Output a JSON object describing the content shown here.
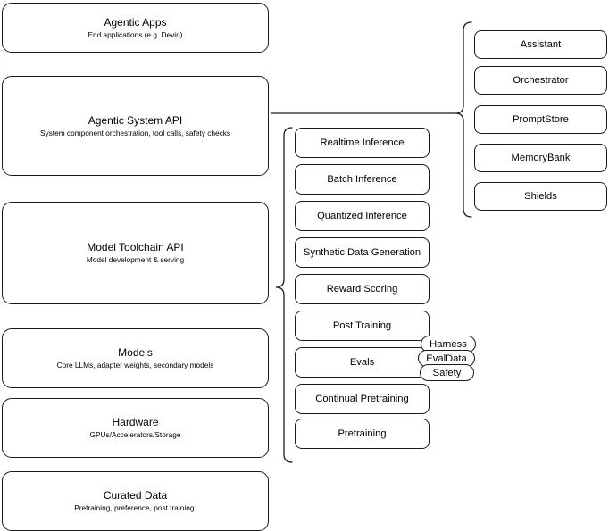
{
  "diagram": {
    "title": "LLM stack layers diagram",
    "stroke_color": "#1a1a1a",
    "background_color": "#ffffff"
  },
  "stack_layers": [
    {
      "id": "agentic-apps",
      "title": "Agentic Apps",
      "subtitle": "End applications (e.g. Devin)"
    },
    {
      "id": "agentic-system-api",
      "title": "Agentic System API",
      "subtitle": "System component orchestration, tool calls, safety checks"
    },
    {
      "id": "model-toolchain-api",
      "title": "Model Toolchain API",
      "subtitle": "Model development & serving"
    },
    {
      "id": "models",
      "title": "Models",
      "subtitle": "Core LLMs, adapter weights, secondary models"
    },
    {
      "id": "hardware",
      "title": "Hardware",
      "subtitle": "GPUs/Accelerators/Storage"
    },
    {
      "id": "curated-data",
      "title": "Curated Data",
      "subtitle": "Pretraining, preference, post training."
    }
  ],
  "toolchain_components": [
    {
      "id": "realtime-inference",
      "label": "Realtime Inference"
    },
    {
      "id": "batch-inference",
      "label": "Batch Inference"
    },
    {
      "id": "quantized-inference",
      "label": "Quantized Inference"
    },
    {
      "id": "synthetic-data-generation",
      "label": "Synthetic Data Generation"
    },
    {
      "id": "reward-scoring",
      "label": "Reward Scoring"
    },
    {
      "id": "post-training",
      "label": "Post Training"
    },
    {
      "id": "evals",
      "label": "Evals"
    },
    {
      "id": "continual-pretraining",
      "label": "Continual Pretraining"
    },
    {
      "id": "pretraining",
      "label": "Pretraining"
    }
  ],
  "evals_subcomponents": [
    {
      "id": "harness",
      "label": "Harness"
    },
    {
      "id": "evaldata",
      "label": "EvalData"
    },
    {
      "id": "safety",
      "label": "Safety"
    }
  ],
  "system_components": [
    {
      "id": "assistant",
      "label": "Assistant"
    },
    {
      "id": "orchestrator",
      "label": "Orchestrator"
    },
    {
      "id": "promptstore",
      "label": "PromptStore"
    },
    {
      "id": "memorybank",
      "label": "MemoryBank"
    },
    {
      "id": "shields",
      "label": "Shields"
    }
  ]
}
